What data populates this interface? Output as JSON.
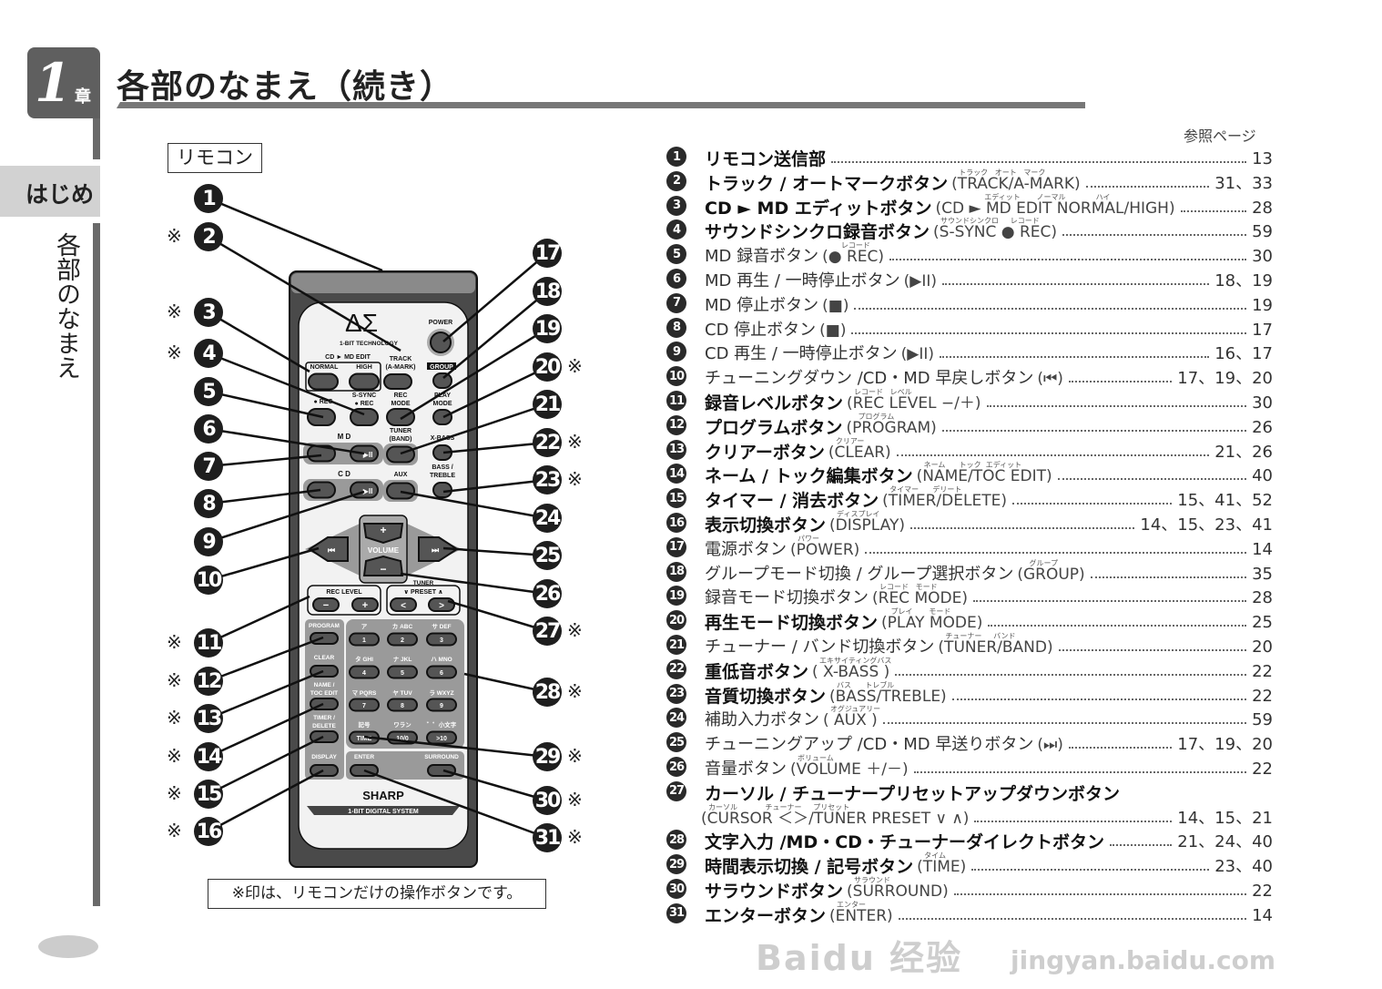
{
  "chapter": {
    "number": "1",
    "kanji": "章"
  },
  "sidebar": {
    "section": "はじめ",
    "subsection": "各部のなまえ"
  },
  "title": "各部のなまえ（続き）",
  "remote_heading": "リモコン",
  "reference_header": "参照ページ",
  "note": "※印は、リモコンだけの操作ボタンです。",
  "remote_only_mark": "※",
  "callouts": {
    "left": [
      {
        "n": "1",
        "mark": false
      },
      {
        "n": "2",
        "mark": true
      },
      {
        "n": "3",
        "mark": true
      },
      {
        "n": "4",
        "mark": true
      },
      {
        "n": "5",
        "mark": false
      },
      {
        "n": "6",
        "mark": false
      },
      {
        "n": "7",
        "mark": false
      },
      {
        "n": "8",
        "mark": false
      },
      {
        "n": "9",
        "mark": false
      },
      {
        "n": "10",
        "mark": false
      },
      {
        "n": "11",
        "mark": true
      },
      {
        "n": "12",
        "mark": true
      },
      {
        "n": "13",
        "mark": true
      },
      {
        "n": "14",
        "mark": true
      },
      {
        "n": "15",
        "mark": true
      },
      {
        "n": "16",
        "mark": true
      }
    ],
    "right": [
      {
        "n": "17",
        "mark": false
      },
      {
        "n": "18",
        "mark": false
      },
      {
        "n": "19",
        "mark": false
      },
      {
        "n": "20",
        "mark": true
      },
      {
        "n": "21",
        "mark": false
      },
      {
        "n": "22",
        "mark": true
      },
      {
        "n": "23",
        "mark": true
      },
      {
        "n": "24",
        "mark": false
      },
      {
        "n": "25",
        "mark": false
      },
      {
        "n": "26",
        "mark": false
      },
      {
        "n": "27",
        "mark": true
      },
      {
        "n": "28",
        "mark": true
      },
      {
        "n": "29",
        "mark": true
      },
      {
        "n": "30",
        "mark": true
      },
      {
        "n": "31",
        "mark": true
      }
    ]
  },
  "remote": {
    "logo": "ΔΣ",
    "logo_sub": "1-BIT TECHNOLOGY",
    "power": "POWER",
    "cd_md_edit": "CD ► MD EDIT",
    "normal": "NORMAL",
    "high": "HIGH",
    "track": "TRACK",
    "a_mark": "(A-MARK)",
    "group": "GROUP",
    "rec": "● REC",
    "s_sync": "S-SYNC",
    "s_sync_rec": "● REC",
    "rec_mode_1": "REC",
    "rec_mode_2": "MODE",
    "play_mode_1": "PLAY",
    "play_mode_2": "MODE",
    "md": "M D",
    "tuner_1": "TUNER",
    "tuner_2": "(BAND)",
    "x_bass": "X-BASS",
    "cd": "C D",
    "aux": "AUX",
    "bass_treble_1": "BASS /",
    "bass_treble_2": "TREBLE",
    "volume": "VOLUME",
    "vol_up": "+",
    "vol_down": "−",
    "prev": "⏮",
    "next": "⏭",
    "md_play": "▶II",
    "cd_play": "▶II",
    "rec_level": "REC LEVEL",
    "rec_minus": "−",
    "rec_plus": "+",
    "tuner_top": "TUNER",
    "preset": "∨  PRESET  ∧",
    "cursor_left": "<",
    "cursor_right": ">",
    "program": "PROGRAM",
    "clear": "CLEAR",
    "name_1": "NAME /",
    "name_2": "TOC EDIT",
    "timer_1": "TIMER /",
    "timer_2": "DELETE",
    "display": "DISPLAY",
    "enter": "ENTER",
    "surround": "SURROUND",
    "keypad_labels": [
      "ア",
      "カ ABC",
      "サ DEF",
      "タ GHI",
      "ナ JKL",
      "ハ MNO",
      "マ PQRS",
      "ヤ TUV",
      "ラ WXYZ",
      "記号",
      "ワラン",
      "゛゜小文字"
    ],
    "keypad_keys": [
      "1",
      "2",
      "3",
      "4",
      "5",
      "6",
      "7",
      "8",
      "9",
      "TIME",
      "10/0",
      ">10"
    ],
    "brand": "SHARP",
    "system": "1-BIT DIGITAL SYSTEM"
  },
  "items": [
    {
      "n": "1",
      "name": "リモコン送信部",
      "paren": "",
      "ruby": "",
      "pages": "13",
      "bold": true
    },
    {
      "n": "2",
      "name": "トラック / オートマークボタン",
      "paren": "(TRACK/A-MARK)",
      "ruby": "トラック   オート   マーク",
      "pages": "31、33",
      "bold": true
    },
    {
      "n": "3",
      "name": "CD ► MD エディットボタン",
      "paren": "(CD ► MD EDIT NORMAL/HIGH)",
      "ruby": "                  エディット       ノーマル             ハイ",
      "pages": "28",
      "bold": true
    },
    {
      "n": "4",
      "name": "サウンドシンクロ録音ボタン",
      "paren": "(S-SYNC  ● REC)",
      "ruby": "サウンドシンクロ     レコード",
      "pages": "59",
      "bold": true
    },
    {
      "n": "5",
      "name": "MD 録音ボタン",
      "paren": "(● REC)",
      "ruby": "     レコード",
      "pages": "30",
      "bold": false
    },
    {
      "n": "6",
      "name": "MD 再生 / 一時停止ボタン",
      "paren": "(▶II)",
      "ruby": "",
      "pages": "18、19",
      "bold": false
    },
    {
      "n": "7",
      "name": "MD 停止ボタン",
      "paren": "(■)",
      "ruby": "",
      "pages": "19",
      "bold": false
    },
    {
      "n": "8",
      "name": "CD 停止ボタン",
      "paren": "(■)",
      "ruby": "",
      "pages": "17",
      "bold": false
    },
    {
      "n": "9",
      "name": "CD 再生 / 一時停止ボタン",
      "paren": "(▶II)",
      "ruby": "",
      "pages": "16、17",
      "bold": false
    },
    {
      "n": "10",
      "name": "チューニングダウン /CD・MD 早戻しボタン",
      "paren": "(⏮)",
      "ruby": "",
      "pages": "17、19、20",
      "bold": false
    },
    {
      "n": "11",
      "name": "録音レベルボタン",
      "paren": "(REC LEVEL −/＋)",
      "ruby": "レコード   レベル",
      "pages": "30",
      "bold": true
    },
    {
      "n": "12",
      "name": "プログラムボタン",
      "paren": "(PROGRAM)",
      "ruby": "  プログラム",
      "pages": "26",
      "bold": true
    },
    {
      "n": "13",
      "name": "クリアーボタン",
      "paren": "(CLEAR)",
      "ruby": "クリアー",
      "pages": "21、26",
      "bold": true
    },
    {
      "n": "14",
      "name": "ネーム / トック編集ボタン",
      "paren": "(NAME/TOC EDIT)",
      "ruby": "ネーム      トック  エディット",
      "pages": "40",
      "bold": true
    },
    {
      "n": "15",
      "name": "タイマー / 消去ボタン",
      "paren": "(TIMER/DELETE)",
      "ruby": "タイマー      デリート",
      "pages": "15、41、52",
      "bold": true
    },
    {
      "n": "16",
      "name": "表示切換ボタン",
      "paren": "(DISPLAY)",
      "ruby": "ディスプレイ",
      "pages": "14、15、23、41",
      "bold": true
    },
    {
      "n": "17",
      "name": "電源ボタン",
      "paren": "(POWER)",
      "ruby": "パワー",
      "pages": "14",
      "bold": false
    },
    {
      "n": "18",
      "name": "グループモード切換 / グループ選択ボタン",
      "paren": "(GROUP)",
      "ruby": "  グループ",
      "pages": "35",
      "bold": false
    },
    {
      "n": "19",
      "name": "録音モード切換ボタン",
      "paren": "(REC MODE)",
      "ruby": "レコード   モード",
      "pages": "28",
      "bold": false
    },
    {
      "n": "20",
      "name": "再生モード切換ボタン",
      "paren": "(PLAY MODE)",
      "ruby": " プレイ       モード",
      "pages": "25",
      "bold": true
    },
    {
      "n": "21",
      "name": "チューナー / バンド切換ボタン",
      "paren": "(TUNER/BAND)",
      "ruby": "チューナー     バンド",
      "pages": "20",
      "bold": false
    },
    {
      "n": "22",
      "name": "重低音ボタン",
      "paren": "(  X-BASS  )",
      "ruby": "エキサイティングバス",
      "pages": "22",
      "bold": true
    },
    {
      "n": "23",
      "name": "音質切換ボタン",
      "paren": "(BASS/TREBLE)",
      "ruby": "バス      トレブル",
      "pages": "22",
      "bold": true
    },
    {
      "n": "24",
      "name": "補助入力ボタン",
      "paren": "(  AUX  )",
      "ruby": "オグジュアリー",
      "pages": "59",
      "bold": false
    },
    {
      "n": "25",
      "name": "チューニングアップ /CD・MD 早送りボタン",
      "paren": "(⏭)",
      "ruby": "",
      "pages": "17、19、20",
      "bold": false
    },
    {
      "n": "26",
      "name": "音量ボタン",
      "paren": "(VOLUME ＋/－)",
      "ruby": "ボリューム",
      "pages": "22",
      "bold": false
    },
    {
      "n": "27",
      "name": "カーソル / チューナープリセットアップダウンボタン",
      "paren": "(CURSOR ＜＞/TUNER PRESET ∨ ∧)",
      "ruby": "カーソル            チューナー     プリセット",
      "pages": "14、15、21",
      "bold": true
    },
    {
      "n": "28",
      "name": "文字入力 /MD・CD・チューナーダイレクトボタン",
      "paren": "",
      "ruby": "",
      "pages": "21、24、40",
      "bold": true
    },
    {
      "n": "29",
      "name": "時間表示切換 / 記号ボタン",
      "paren": "(TIME)",
      "ruby": "タイム",
      "pages": "23、40",
      "bold": true
    },
    {
      "n": "30",
      "name": "サラウンドボタン",
      "paren": "(SURROUND)",
      "ruby": "サラウンド",
      "pages": "22",
      "bold": true
    },
    {
      "n": "31",
      "name": "エンターボタン",
      "paren": "(ENTER)",
      "ruby": "エンター",
      "pages": "14",
      "bold": true
    }
  ],
  "watermark": {
    "text": "Baidu 经验",
    "url": "jingyan.baidu.com"
  }
}
